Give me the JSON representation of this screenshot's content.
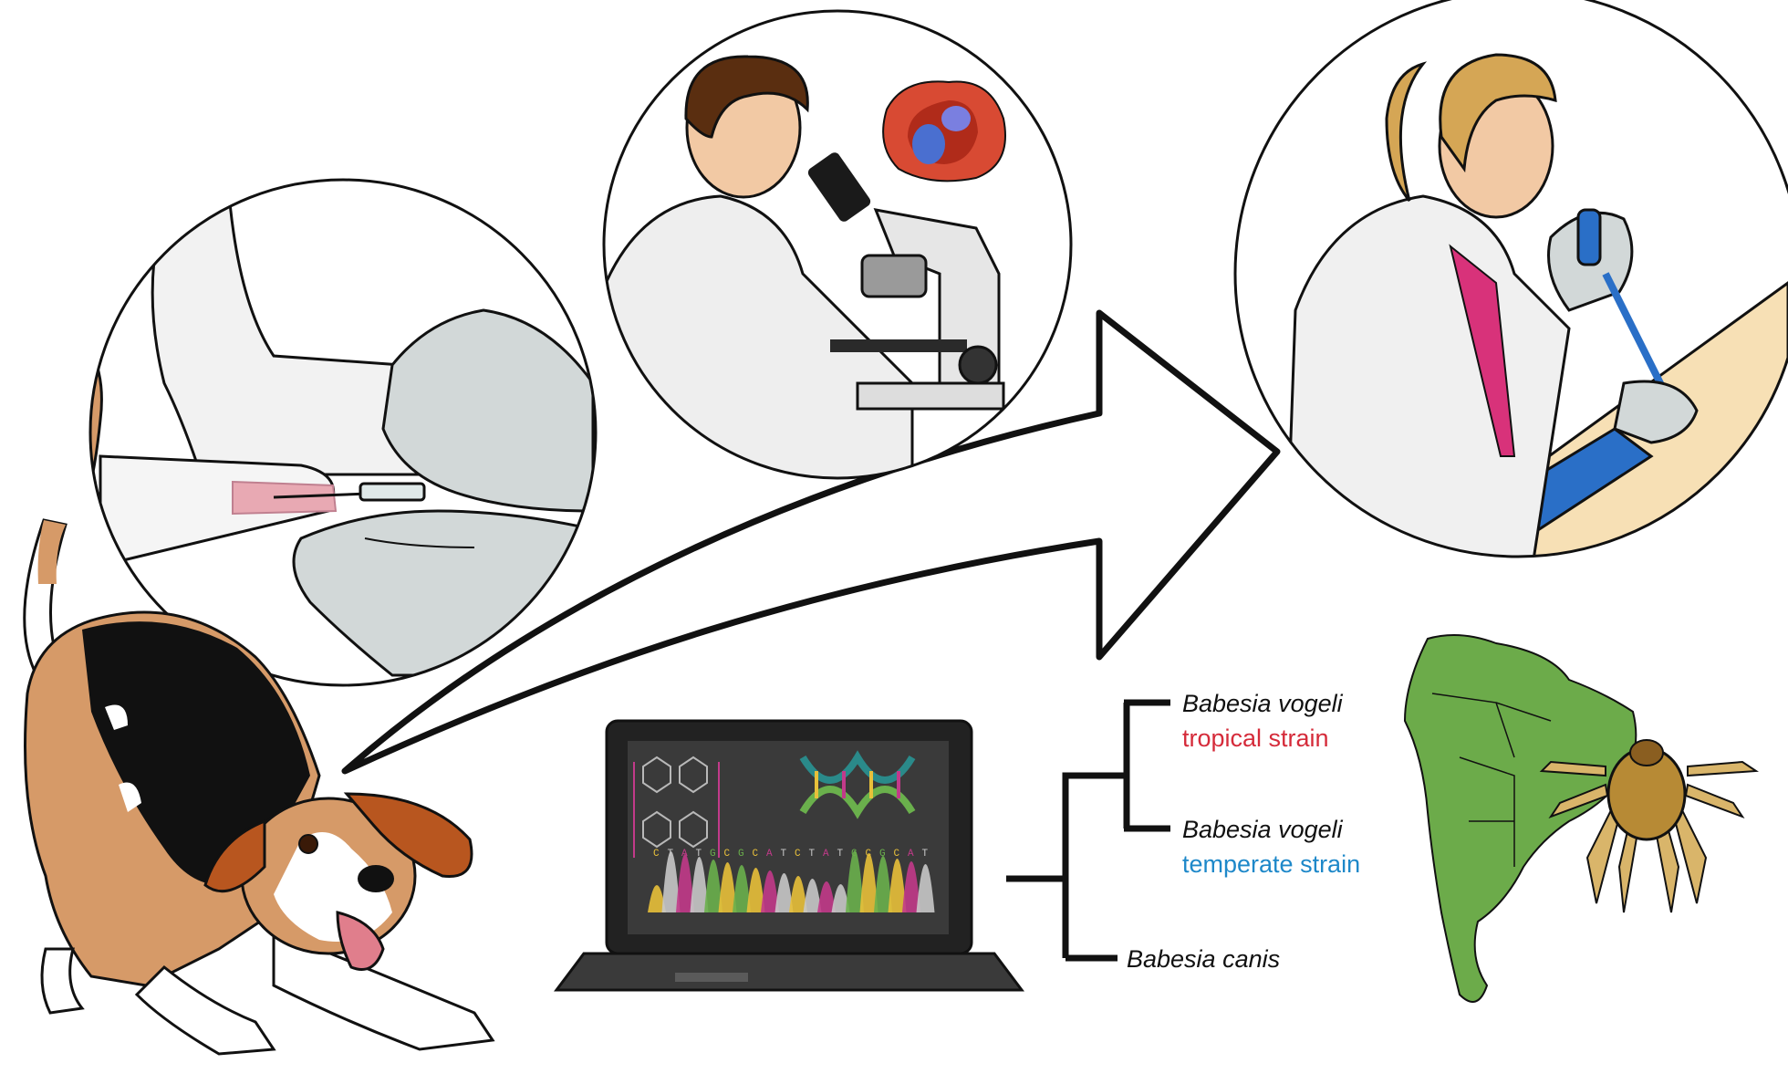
{
  "tree": {
    "taxa": [
      {
        "name": "Babesia vogeli",
        "strain": "tropical strain",
        "strain_color": "#d52b3a"
      },
      {
        "name": "Babesia vogeli",
        "strain": "temperate strain",
        "strain_color": "#1e88c9"
      },
      {
        "name": "Babesia canis",
        "strain": "",
        "strain_color": ""
      }
    ]
  },
  "dna": {
    "sequence": "CTATGCGCATCTATGCGCAT",
    "base_colors": {
      "C": "#e8c03a",
      "T": "#c8c8c8",
      "A": "#c23a8a",
      "G": "#6ab04c"
    }
  },
  "colors": {
    "map_green": "#6cab4a",
    "tick_brown": "#b78a35",
    "dog_tan": "#d69a68",
    "dog_ear": "#b8561f",
    "glove": "#d2d8d8",
    "rbc_red": "#d84a33",
    "parasite_blue": "#4a6fd0",
    "bench": "#f7e0b5",
    "rack_blue": "#2a6fc7"
  }
}
